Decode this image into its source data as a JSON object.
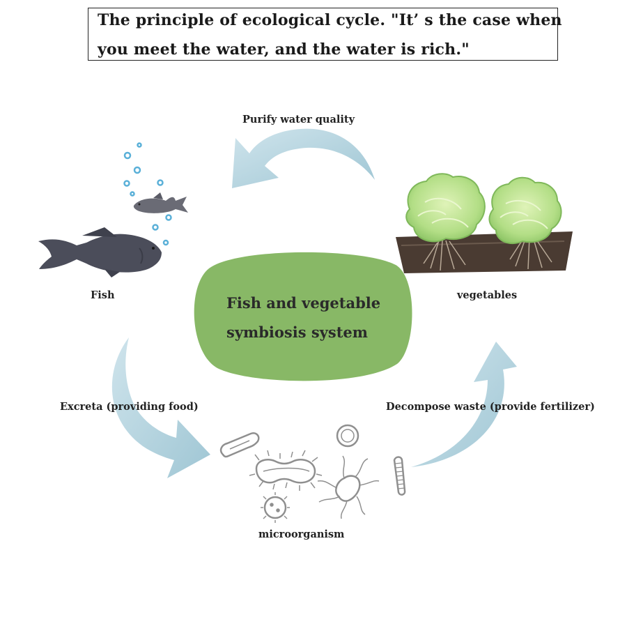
{
  "title": {
    "line1": "The principle of ecological cycle. \"It’ s the case when",
    "line2": "you meet the water, and the water is rich.\""
  },
  "center": {
    "line1": "Fish and vegetable",
    "line2": "symbiosis system"
  },
  "labels": {
    "purify": "Purify water quality",
    "fish": "Fish",
    "vegetables": "vegetables",
    "excreta": "Excreta (providing food)",
    "decompose": "Decompose waste (provide fertilizer)",
    "microorganism": "microorganism"
  },
  "colors": {
    "arrow": "#a9ccd9",
    "arrow_light": "#d4e7ee",
    "blob": "#88b866",
    "fish": "#4b4d5a",
    "soil": "#4a3b32",
    "lettuce": "#b9e08e",
    "microbe": "#8f8f8f"
  }
}
